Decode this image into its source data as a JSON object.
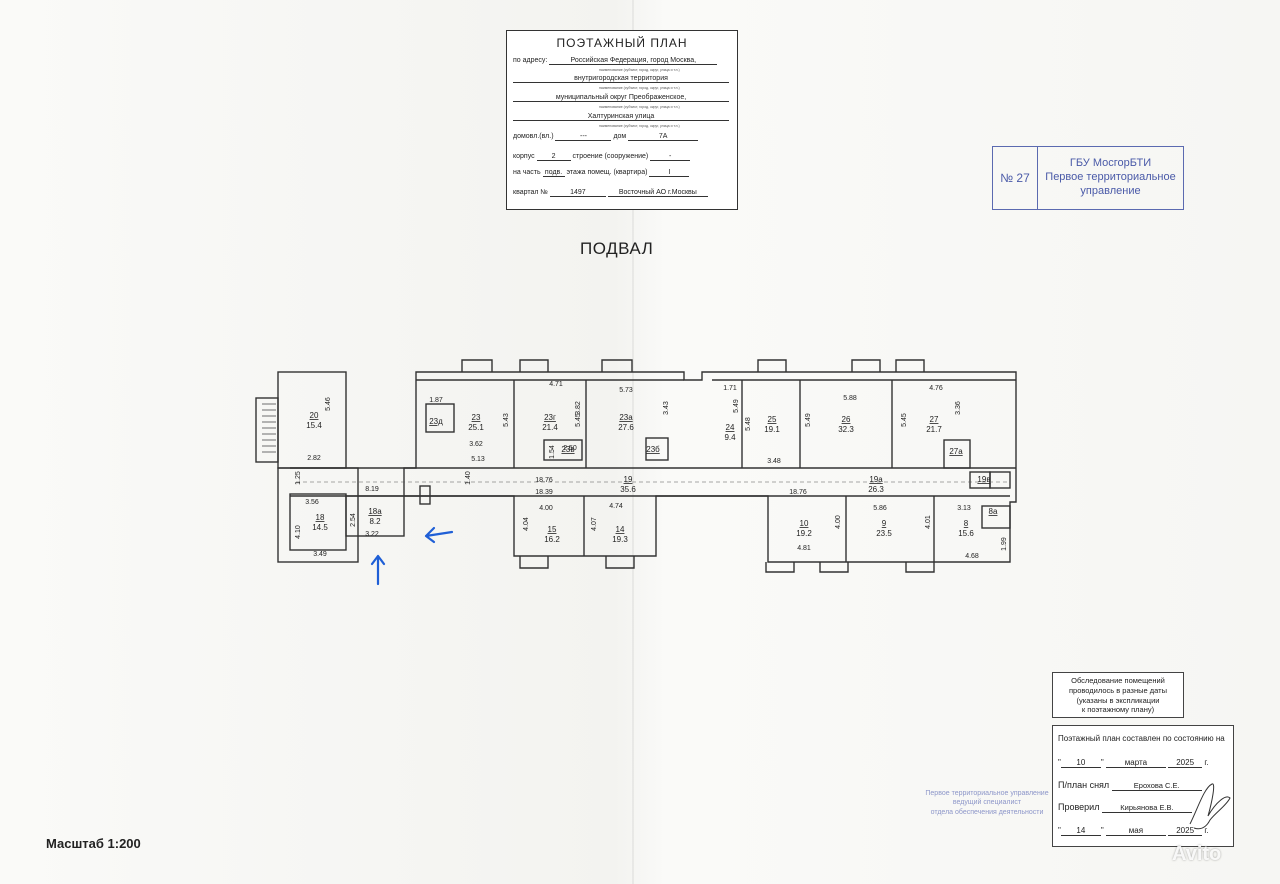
{
  "header": {
    "title": "ПОЭТАЖНЫЙ ПЛАН",
    "address_label": "по адресу:",
    "address_line1": "Российская Федерация, город Москва,",
    "address_line2": "внутригородская территория",
    "address_line3": "муниципальный округ Преображенское,",
    "address_line4": "Халтуринская улица",
    "note_small": "наименование (субъект, город, округ, улица и т.п.)",
    "domovl_label": "домовл.(вл.)",
    "domovl_value": "---",
    "dom_label": "дом",
    "dom_value": "7А",
    "korpus_label": "корпус",
    "korpus_value": "2",
    "stroenie_label": "строение (сооружение)",
    "stroenie_value": "-",
    "na_chast_label": "на часть",
    "na_chast_value": "подв.",
    "etazh_label": "этажа помещ. (квартира)",
    "etazh_value": "I",
    "kvartal_label": "квартал №",
    "kvartal_value": "1497",
    "district_value": "Восточный АО г.Москвы"
  },
  "stamp": {
    "number": "№ 27",
    "org_line1": "ГБУ МосгорБТИ",
    "org_line2": "Первое территориальное",
    "org_line3": "управление",
    "color": "#4a5aa8"
  },
  "floor_title": "ПОДВАЛ",
  "plan": {
    "rooms": [
      {
        "id": "20",
        "area": "15.4"
      },
      {
        "id": "23",
        "area": "25.1"
      },
      {
        "id": "23г",
        "area": "21.4"
      },
      {
        "id": "23а",
        "area": "27.6"
      },
      {
        "id": "23д",
        "area": ""
      },
      {
        "id": "23в",
        "area": ""
      },
      {
        "id": "23б",
        "area": ""
      },
      {
        "id": "24",
        "area": "9.4"
      },
      {
        "id": "25",
        "area": "19.1"
      },
      {
        "id": "26",
        "area": "32.3"
      },
      {
        "id": "27",
        "area": "21.7"
      },
      {
        "id": "27а",
        "area": ""
      },
      {
        "id": "19",
        "area": "35.6"
      },
      {
        "id": "19а",
        "area": "26.3"
      },
      {
        "id": "19в",
        "area": ""
      },
      {
        "id": "18",
        "area": "14.5"
      },
      {
        "id": "18а",
        "area": "8.2"
      },
      {
        "id": "15",
        "area": "16.2"
      },
      {
        "id": "14",
        "area": "19.3"
      },
      {
        "id": "10",
        "area": "19.2"
      },
      {
        "id": "9",
        "area": "23.5"
      },
      {
        "id": "8",
        "area": "15.6"
      },
      {
        "id": "8а",
        "area": ""
      }
    ],
    "dims": [
      "5.46",
      "2.82",
      "1.87",
      "3.62",
      "5.43",
      "5.45",
      "4.71",
      "3.82",
      "5.73",
      "3.43",
      "5.13",
      "2.50",
      "1.54",
      "1.71",
      "5.49",
      "5.48",
      "5.88",
      "5.49",
      "4.76",
      "3.36",
      "5.45",
      "3.48",
      "1.25",
      "8.19",
      "1.40",
      "18.76",
      "18.39",
      "18.76",
      "3.56",
      "2.54",
      "4.10",
      "3.49",
      "3.22",
      "4.00",
      "4.74",
      "4.04",
      "4.07",
      "5.86",
      "3.13",
      "4.81",
      "4.00",
      "4.01",
      "1.99",
      "4.68"
    ],
    "arrow_color": "#1f5fd6"
  },
  "survey_note": {
    "line1": "Обследование помещений",
    "line2": "проводилось в разные даты",
    "line3": "(указаны в экспликации",
    "line4": "к поэтажному плану)"
  },
  "status": {
    "state_label": "Поэтажный план составлен по состоянию на",
    "day1": "10",
    "month1": "марта",
    "year1": "2025",
    "year_suffix": "г.",
    "removed_label": "П/план снял",
    "removed_by": "Ерохова С.Е.",
    "checked_label": "Проверил",
    "checked_by": "Кирьянова Е.В.",
    "day2": "14",
    "month2": "мая",
    "year2": "2025"
  },
  "blue_note": {
    "line1": "Первое территориальное управление",
    "line2": "ведущий специалист",
    "line3": "отдела обеспечения деятельности"
  },
  "scale": "Масштаб 1:200",
  "watermark": "Avito"
}
